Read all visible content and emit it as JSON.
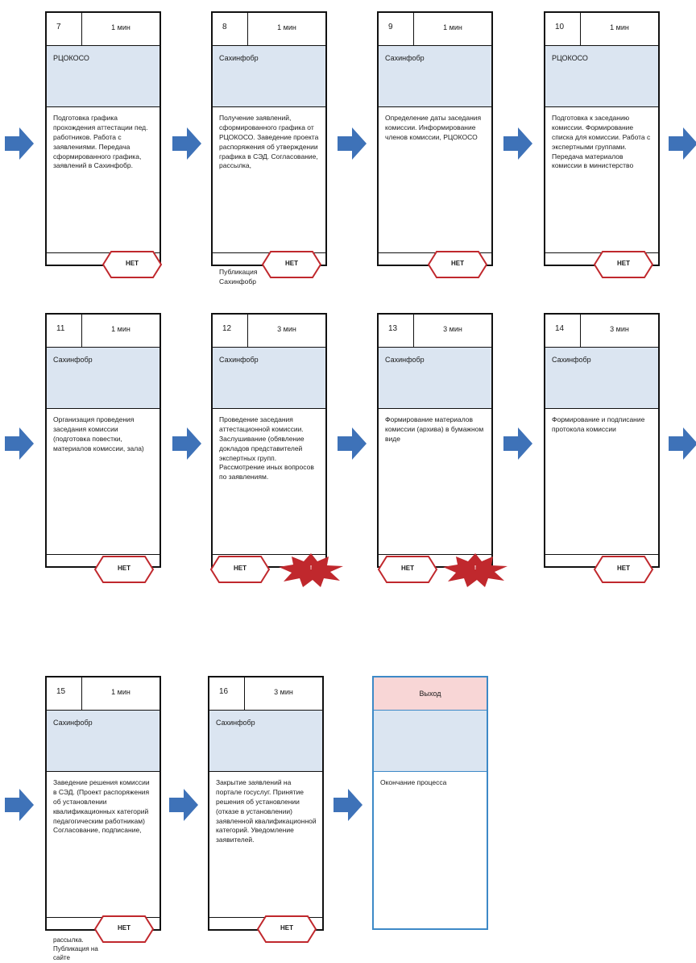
{
  "process_cards": [
    {
      "num": "7",
      "duration": "1 мин",
      "role": "РЦОКОСО",
      "description": "Подготовка графика прохождения аттестации пед. работников. Работа с заявлениями. Передача сформированного графика, заявлений в Сахинфобр.",
      "status": "НЕТ"
    },
    {
      "num": "8",
      "duration": "1 мин",
      "role": "Сахинфобр",
      "description": "Получение заявлений, сформированного графика от РЦОКОСО. Заведение проекта распоряжения об утверждении графика в СЭД. Согласование, рассылка,",
      "status": "НЕТ"
    },
    {
      "num": "9",
      "duration": "1 мин",
      "role": "Сахинфобр",
      "description": "Определение даты заседания комиссии. Информирование членов комиссии, РЦОКОСО",
      "status": "НЕТ"
    },
    {
      "num": "10",
      "duration": "1 мин",
      "role": "РЦОКОСО",
      "description": "Подготовка к заседанию комиссии. Формирование списка для комиссии. Работа с экспертными группами. Передача материалов комиссии в министерство",
      "status": "НЕТ"
    },
    {
      "num": "11",
      "duration": "1 мин",
      "role": "Сахинфобр",
      "description": "Организация проведения заседания комиссии (подготовка повестки, материалов комиссии, зала)",
      "status": "НЕТ"
    },
    {
      "num": "12",
      "duration": "3 мин",
      "role": "Сахинфобр",
      "description": "Проведение заседания аттестационной комиссии. Заслушивание (обявление докладов представителей экспертных групп. Рассмотрение иных вопросов по заявлениям.",
      "status": "НЕТ",
      "burst": "!"
    },
    {
      "num": "13",
      "duration": "3 мин",
      "role": "Сахинфобр",
      "description": "Формирование материалов комиссии (архива) в бумажном виде",
      "status": "НЕТ",
      "burst": "!"
    },
    {
      "num": "14",
      "duration": "3 мин",
      "role": "Сахинфобр",
      "description": "Формирование и подписание протокола комиссии",
      "status": "НЕТ"
    },
    {
      "num": "15",
      "duration": "1 мин",
      "role": "Сахинфобр",
      "description": "Заведение решения комиссии в СЭД. (Проект распоряжения об установлении квалификационных категорий педагогическим работникам) Согласование, подписание,",
      "status": "НЕТ"
    },
    {
      "num": "16",
      "duration": "3 мин",
      "role": "Сахинфобр",
      "description": "Закрытие заявлений на портале госуслуг. Принятие решения об установлении (отказе в установлении) заявленной квалификационной категорий. Уведомление заявителей.",
      "status": "НЕТ"
    }
  ],
  "overflow_texts": {
    "card8": "Публикация Сахинфобр",
    "card15": "рассылка. Публикация на сайте"
  },
  "exit_card": {
    "title": "Выход",
    "description": "Окончание процесса"
  },
  "colors": {
    "role_fill": "#dbe5f1",
    "arrow": "#3e72b8",
    "hex_border": "#c0282d",
    "burst": "#c0282d",
    "exit_header": "#f8d6d6",
    "exit_border": "#3d89c7"
  }
}
